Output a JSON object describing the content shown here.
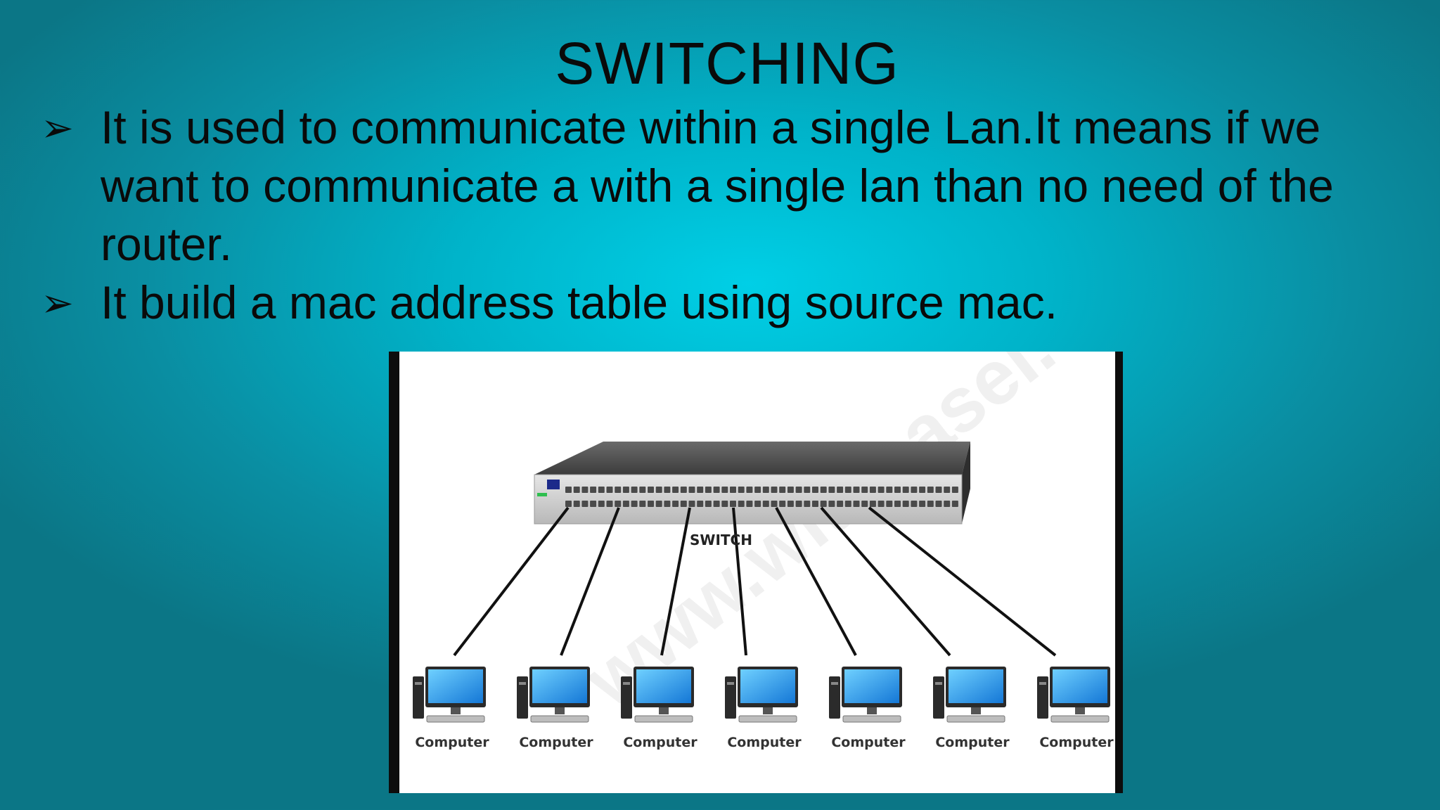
{
  "slide": {
    "title": "SWITCHING",
    "bullet_marker": "➢",
    "bullets": [
      "It is used to communicate within a single Lan.It means if we want to communicate a with a single lan than no need of  the router.",
      "It build a mac address table using source mac."
    ]
  },
  "diagram": {
    "switch_label": "SWITCH",
    "computers": [
      "Computer",
      "Computer",
      "Computer",
      "Computer",
      "Computer",
      "Computer",
      "Computer"
    ],
    "watermark": "www.witheasel.com"
  }
}
